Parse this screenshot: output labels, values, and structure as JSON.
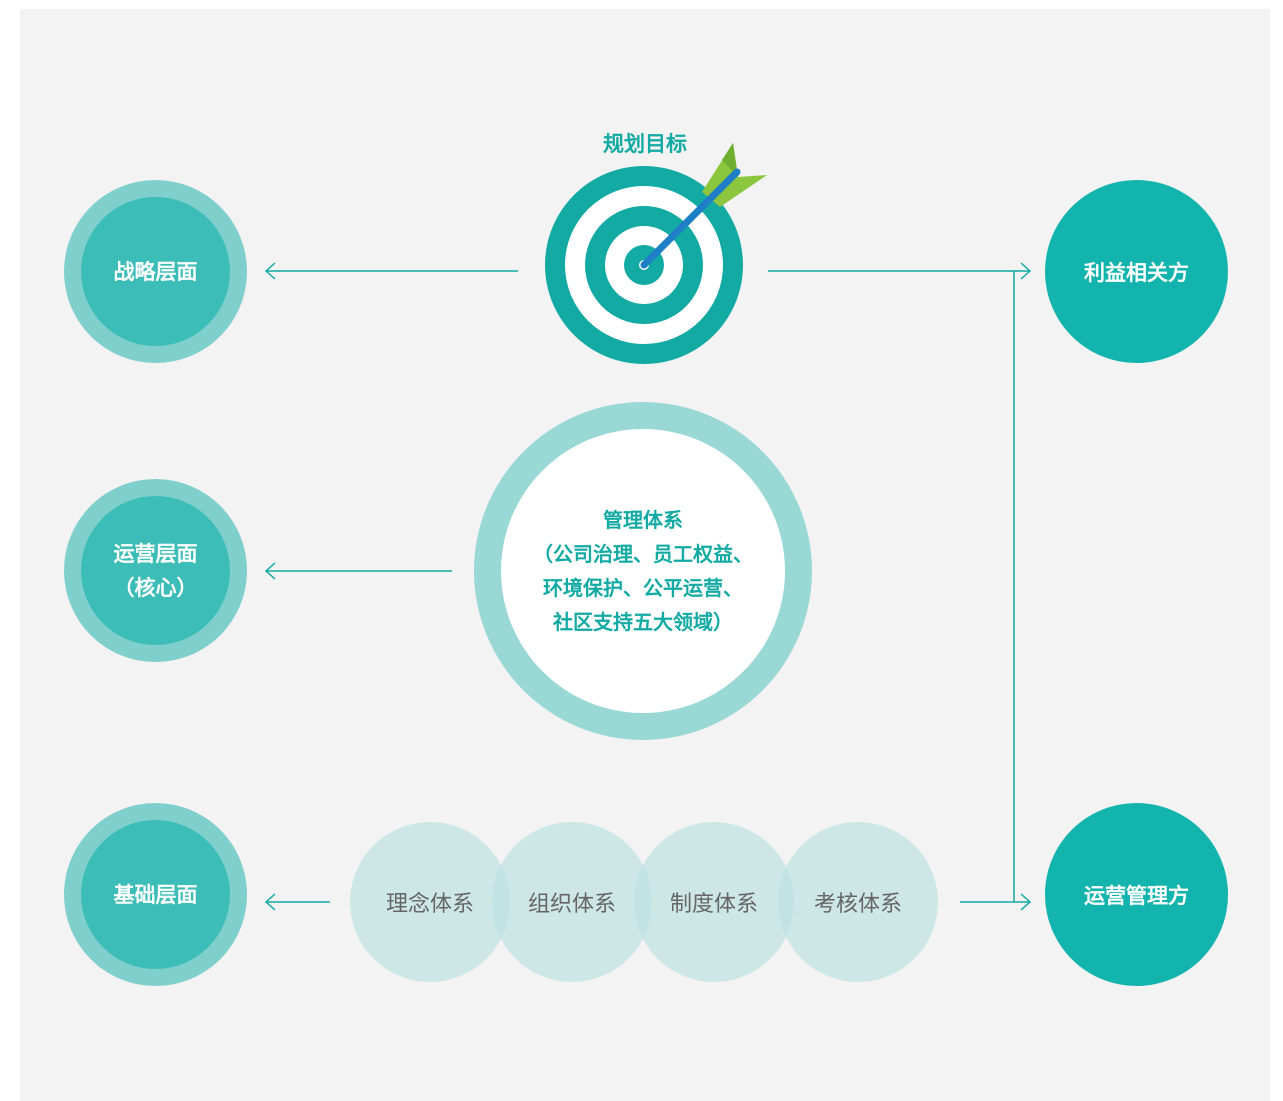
{
  "target": {
    "title": "规划目标"
  },
  "left_nodes": {
    "strategy": "战略层面",
    "operation_line1": "运营层面",
    "operation_line2": "（核心）",
    "foundation": "基础层面"
  },
  "right_nodes": {
    "stakeholders": "利益相关方",
    "operators": "运营管理方"
  },
  "management": {
    "text": "管理体系\n（公司治理、员工权益、\n环境保护、公平运营、\n社区支持五大领域）"
  },
  "systems": [
    "理念体系",
    "组织体系",
    "制度体系",
    "考核体系"
  ],
  "colors": {
    "teal_dark": "#13b3ae",
    "teal_mid": "#3dbdb7",
    "teal_light": "#7fcfcc",
    "arrow_green": "#8cc63f",
    "arrow_blue": "#1e7fc6"
  }
}
